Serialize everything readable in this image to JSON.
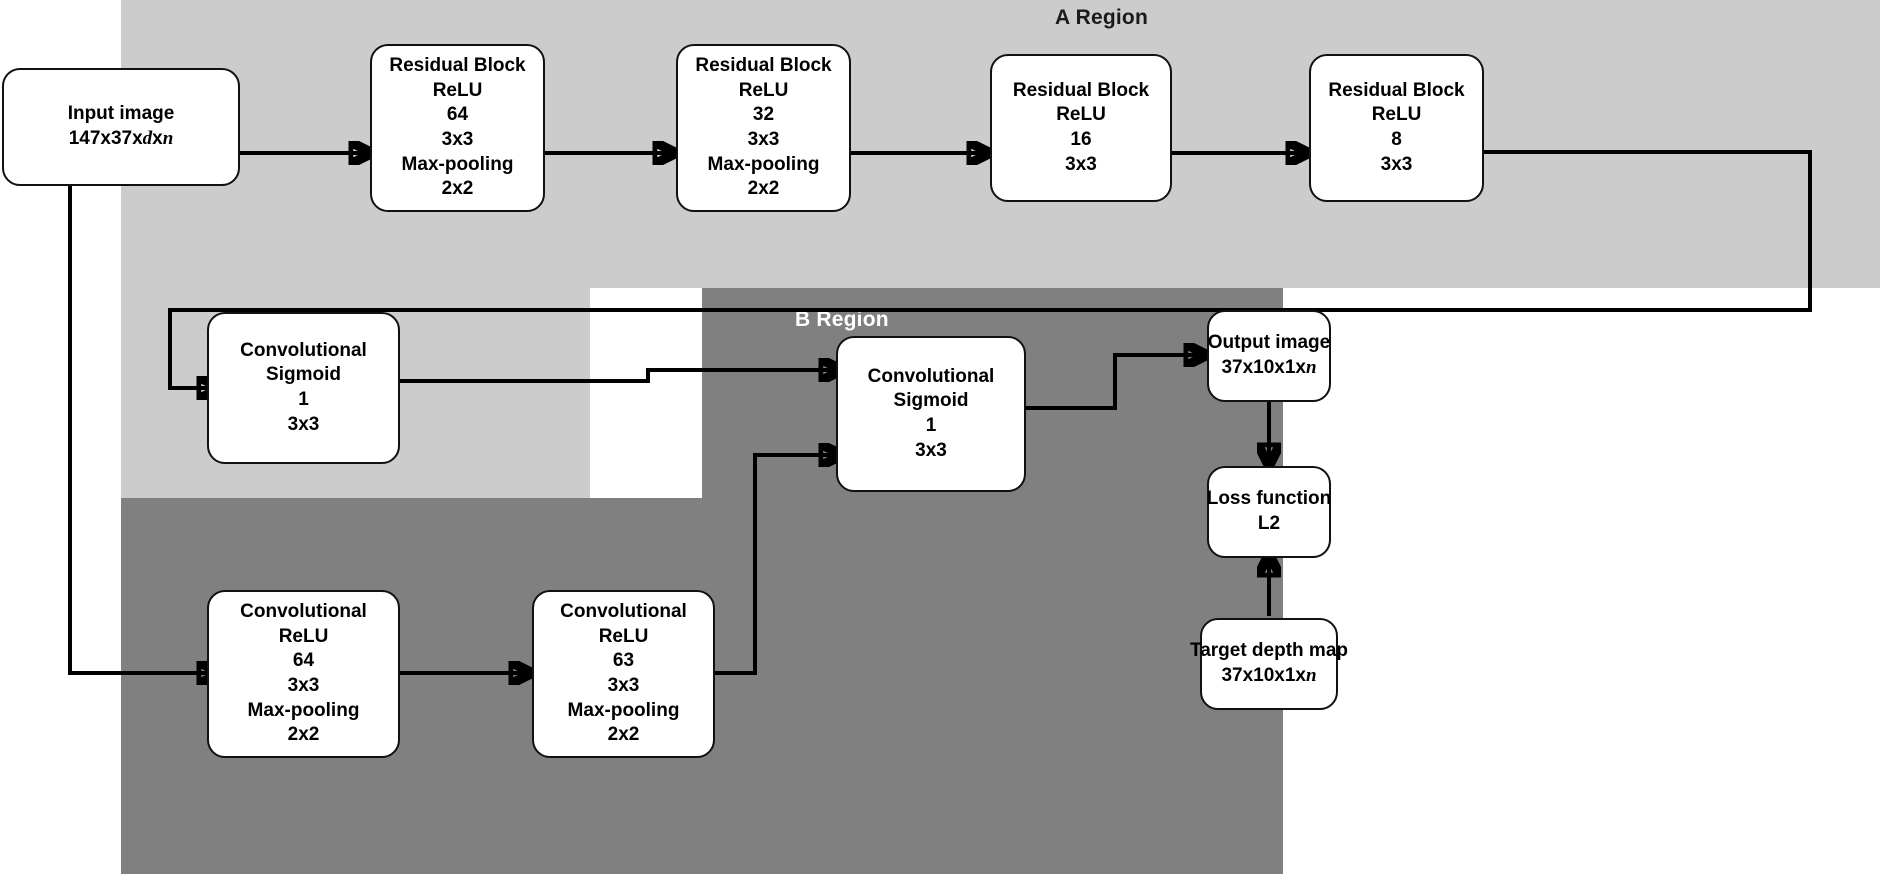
{
  "diagram": {
    "title": "Convolutional network architecture with A and B regions",
    "colors": {
      "region_a_bg": "#cccccc",
      "region_b_bg": "#808080",
      "node_bg": "#ffffff",
      "node_border": "#111111",
      "edge": "#000000",
      "region_a_label_color": "#1a1a1a",
      "region_b_label_color": "#ffffff"
    }
  },
  "regions": [
    {
      "id": "a",
      "label": "A Region"
    },
    {
      "id": "b",
      "label": "B Region"
    }
  ],
  "nodes": {
    "input_image": {
      "lines": [
        "Input image"
      ],
      "dims_pre": "147x37x",
      "dims_ital": "d",
      "dims_mid": "x",
      "dims_ital2": "n"
    },
    "res1": {
      "lines": [
        "Residual Block",
        "ReLU",
        "64",
        "3x3",
        "Max-pooling",
        "2x2"
      ]
    },
    "res2": {
      "lines": [
        "Residual Block",
        "ReLU",
        "32",
        "3x3",
        "Max-pooling",
        "2x2"
      ]
    },
    "res3": {
      "lines": [
        "Residual Block",
        "ReLU",
        "16",
        "3x3"
      ]
    },
    "res4": {
      "lines": [
        "Residual Block",
        "ReLU",
        "8",
        "3x3"
      ]
    },
    "conv_sigmoid_a": {
      "lines": [
        "Convolutional",
        "Sigmoid",
        "1",
        "3x3"
      ]
    },
    "conv_sigmoid_b": {
      "lines": [
        "Convolutional",
        "Sigmoid",
        "1",
        "3x3"
      ]
    },
    "conv_relu_64": {
      "lines": [
        "Convolutional",
        "ReLU",
        "64",
        "3x3",
        "Max-pooling",
        "2x2"
      ]
    },
    "conv_relu_63": {
      "lines": [
        "Convolutional",
        "ReLU",
        "63",
        "3x3",
        "Max-pooling",
        "2x2"
      ]
    },
    "output_image": {
      "lines": [
        "Output image"
      ],
      "dims_pre": "37x10x1x",
      "dims_ital": "n"
    },
    "loss_function": {
      "lines": [
        "Loss function",
        "L2"
      ]
    },
    "target_depth_map": {
      "lines": [
        "Target depth map"
      ],
      "dims_pre": "37x10x1x",
      "dims_ital": "n"
    }
  }
}
